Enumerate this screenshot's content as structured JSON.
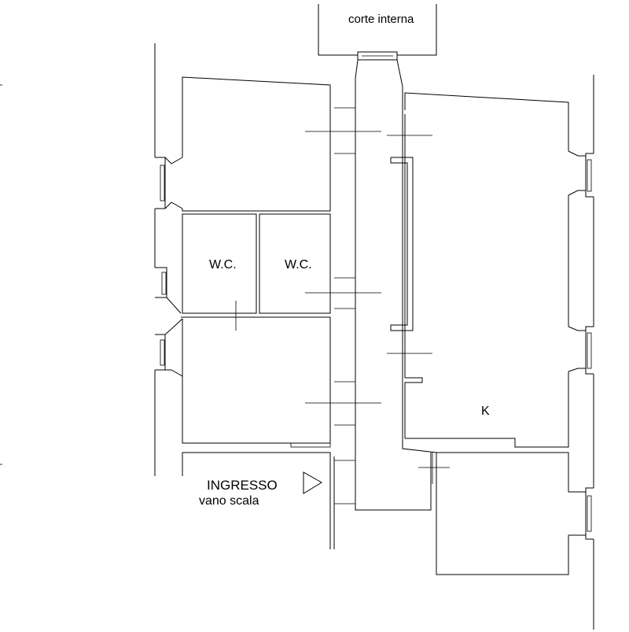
{
  "labels": {
    "courtyard": "corte interna",
    "wc_left": "W.C.",
    "wc_right": "W.C.",
    "kitchen": "K",
    "entrance": "INGRESSO",
    "stairwell": "vano scala"
  }
}
